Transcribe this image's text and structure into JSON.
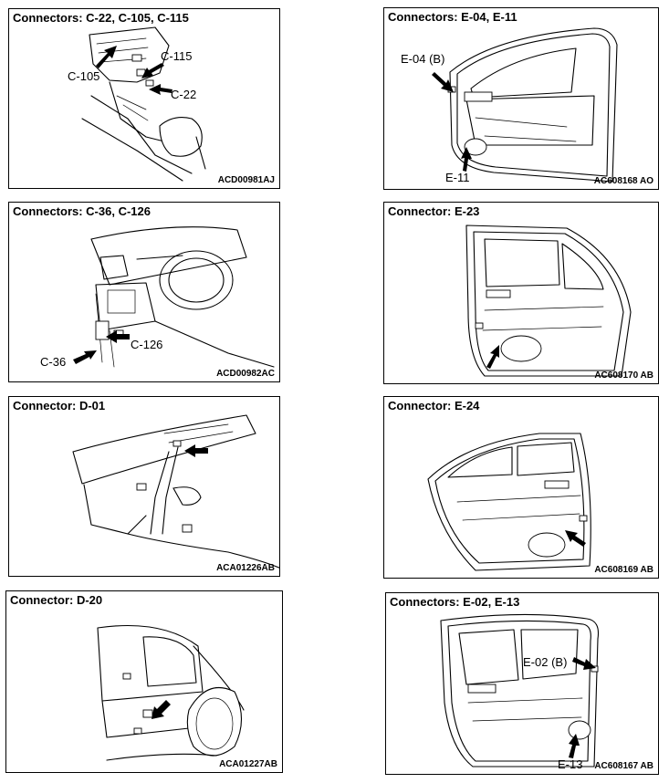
{
  "panels": [
    {
      "id": "p1",
      "title": "Connectors: C-22, C-105, C-115",
      "code": "ACD00981AJ",
      "callouts": [
        "C-115",
        "C-105",
        "C-22"
      ]
    },
    {
      "id": "p2",
      "title": "Connectors: E-04, E-11",
      "code": "AC608168 AO",
      "callouts": [
        "E-04 (B)",
        "E-11"
      ]
    },
    {
      "id": "p3",
      "title": "Connectors: C-36, C-126",
      "code": "ACD00982AC",
      "callouts": [
        "C-126",
        "C-36"
      ]
    },
    {
      "id": "p4",
      "title": "Connector: E-23",
      "code": "AC608170 AB",
      "callouts": []
    },
    {
      "id": "p5",
      "title": "Connector: D-01",
      "code": "ACA01226AB",
      "callouts": []
    },
    {
      "id": "p6",
      "title": "Connector: E-24",
      "code": "AC608169 AB",
      "callouts": []
    },
    {
      "id": "p7",
      "title": "Connector: D-20",
      "code": "ACA01227AB",
      "callouts": []
    },
    {
      "id": "p8",
      "title": "Connectors: E-02, E-13",
      "code": "AC608167 AB",
      "callouts": [
        "E-02 (B)",
        "E-13"
      ]
    }
  ]
}
